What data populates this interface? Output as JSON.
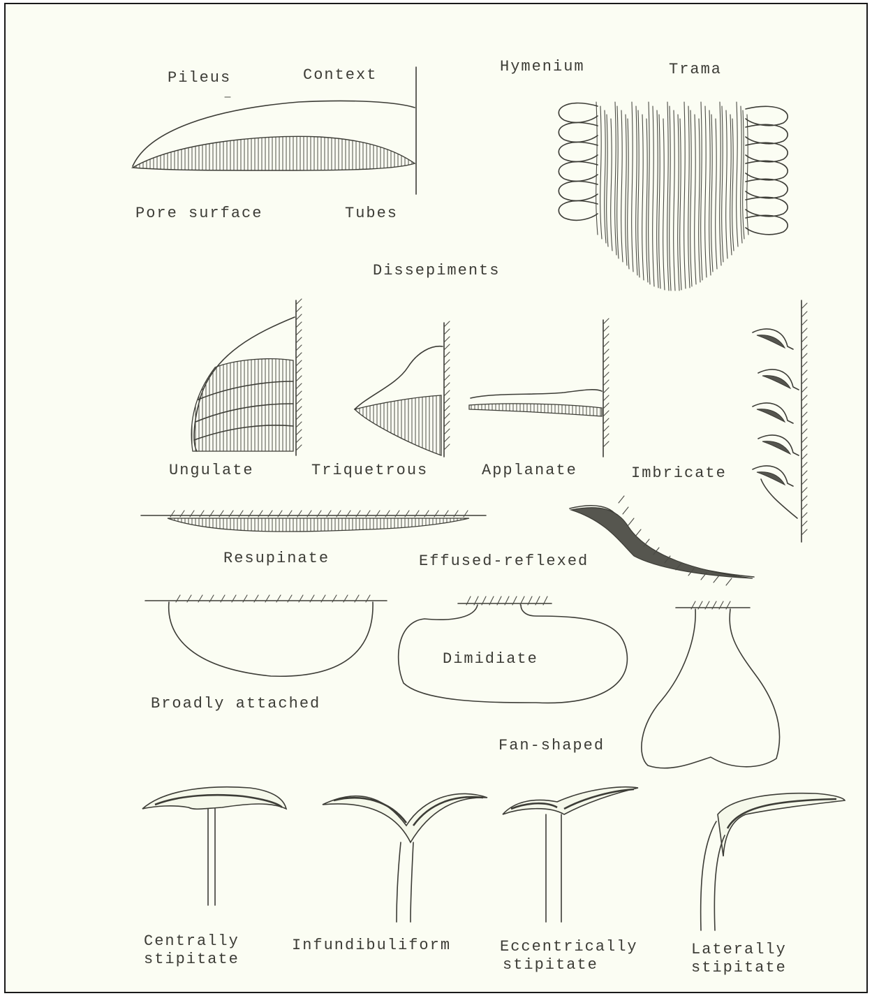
{
  "labels": {
    "pileus": "Pileus",
    "context": "Context",
    "hymenium": "Hymenium",
    "trama": "Trama",
    "pore_surface": "Pore surface",
    "tubes": "Tubes",
    "dissepiments": "Dissepiments",
    "ungulate": "Ungulate",
    "triquetrous": "Triquetrous",
    "applanate": "Applanate",
    "imbricate": "Imbricate",
    "resupinate": "Resupinate",
    "effused_reflexed": "Effused-reflexed",
    "broadly_attached": "Broadly attached",
    "dimidiate": "Dimidiate",
    "fan_shaped": "Fan-shaped",
    "centrally_stipitate_1": "Centrally",
    "centrally_stipitate_2": "stipitate",
    "infundibuliform": "Infundibuliform",
    "eccentrically_stipitate_1": "Eccentrically",
    "eccentrically_stipitate_2": "stipitate",
    "laterally_stipitate_1": "Laterally",
    "laterally_stipitate_2": "stipitate"
  },
  "colors": {
    "paper": "#fbfdf3",
    "ink": "#3c3c36",
    "frame": "#1a1a1a"
  }
}
